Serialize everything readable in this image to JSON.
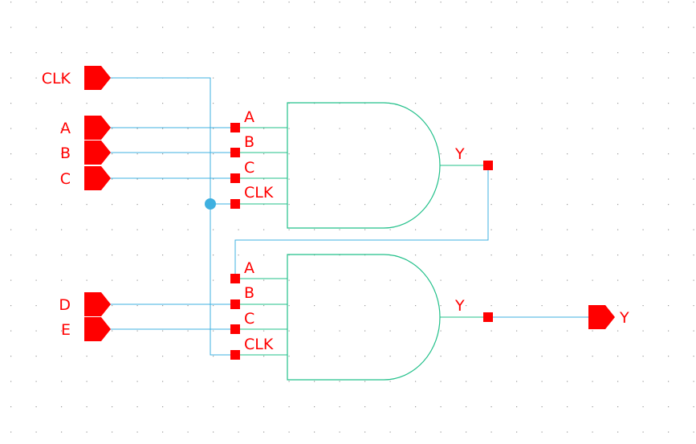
{
  "schematic": {
    "inputs": [
      "CLK",
      "A",
      "B",
      "C",
      "D",
      "E"
    ],
    "output": "Y",
    "gates": [
      {
        "pins": [
          "A",
          "B",
          "C",
          "CLK"
        ],
        "out": "Y"
      },
      {
        "pins": [
          "A",
          "B",
          "C",
          "CLK"
        ],
        "out": "Y"
      }
    ]
  },
  "colors": {
    "wire": "#3fb0e0",
    "gate": "#22c08a",
    "pin": "#ff0000",
    "junction": "#3fb0e0",
    "grid": "#9a9a9a"
  }
}
